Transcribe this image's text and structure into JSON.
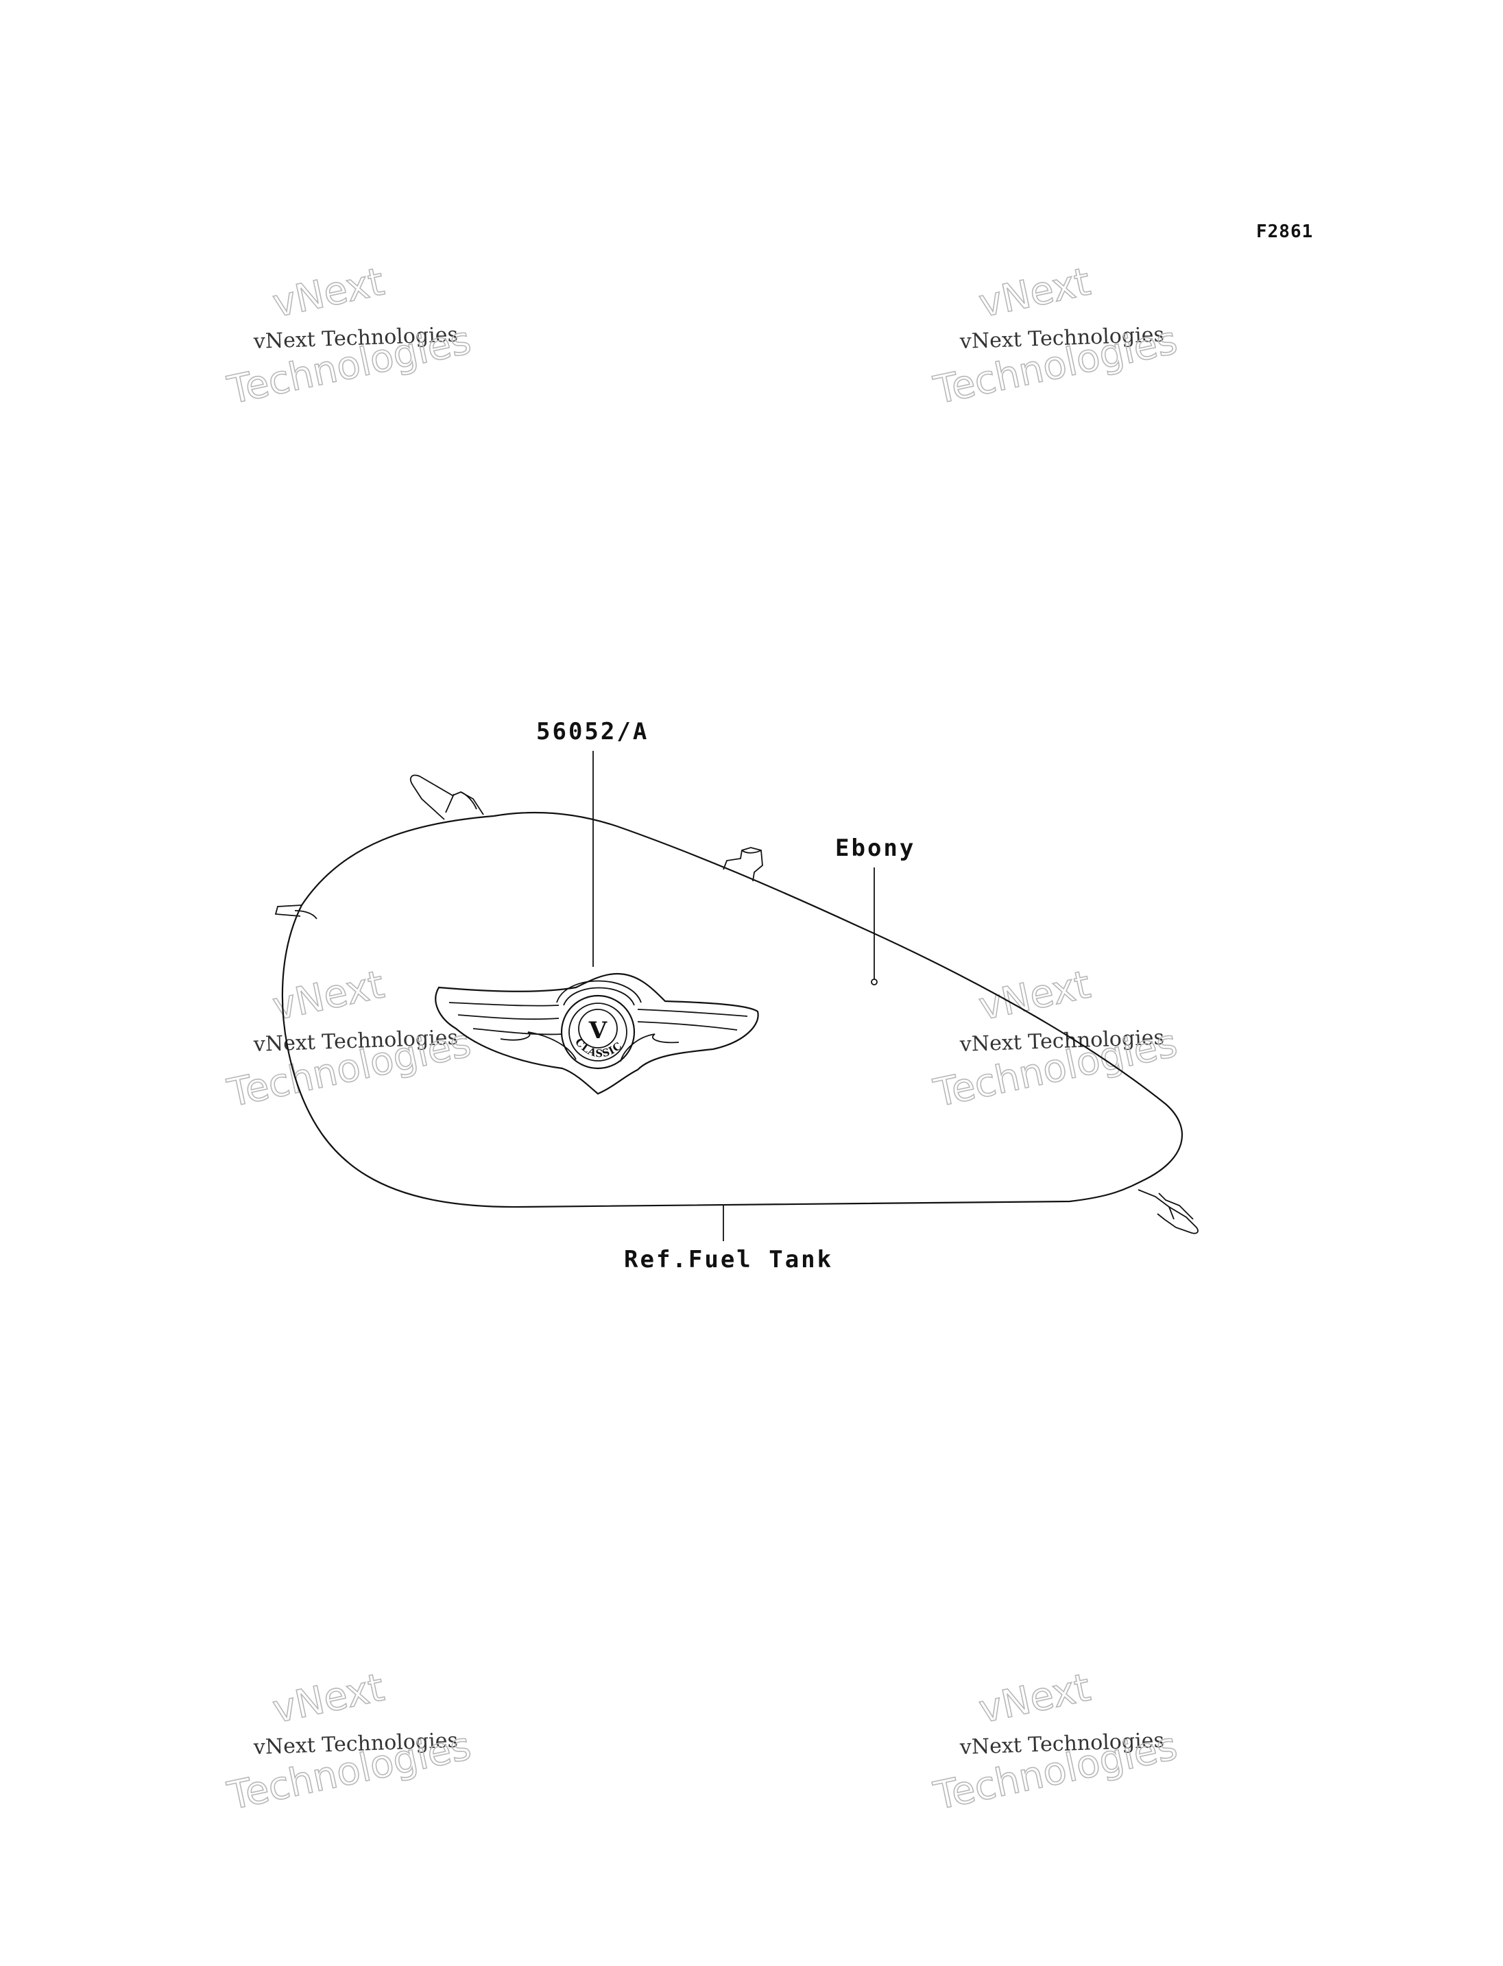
{
  "figure_code": "F2861",
  "callouts": {
    "emblem_part": "56052/A",
    "color_note": "Ebony",
    "reference": "Ref.Fuel Tank"
  },
  "emblem_text": {
    "letter": "V",
    "word": "CLASSIC"
  },
  "watermark": {
    "line1": "vNext",
    "line2": "vNext Technologies",
    "line3": "Technologies"
  },
  "colors": {
    "ink": "#111111",
    "watermark_outline": "#b8b8b8",
    "background": "#ffffff"
  }
}
